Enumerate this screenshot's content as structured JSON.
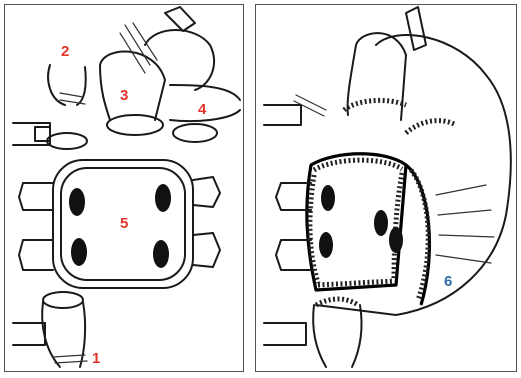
{
  "left_panel": {
    "labels": {
      "l1": "1",
      "l2": "2",
      "l3": "3",
      "l4": "4",
      "l5": "5"
    }
  },
  "right_panel": {
    "labels": {
      "l6": "6"
    }
  },
  "colors": {
    "left_label": "#e0352b",
    "right_label": "#2f6ea8",
    "ink": "#1a1a1a"
  }
}
